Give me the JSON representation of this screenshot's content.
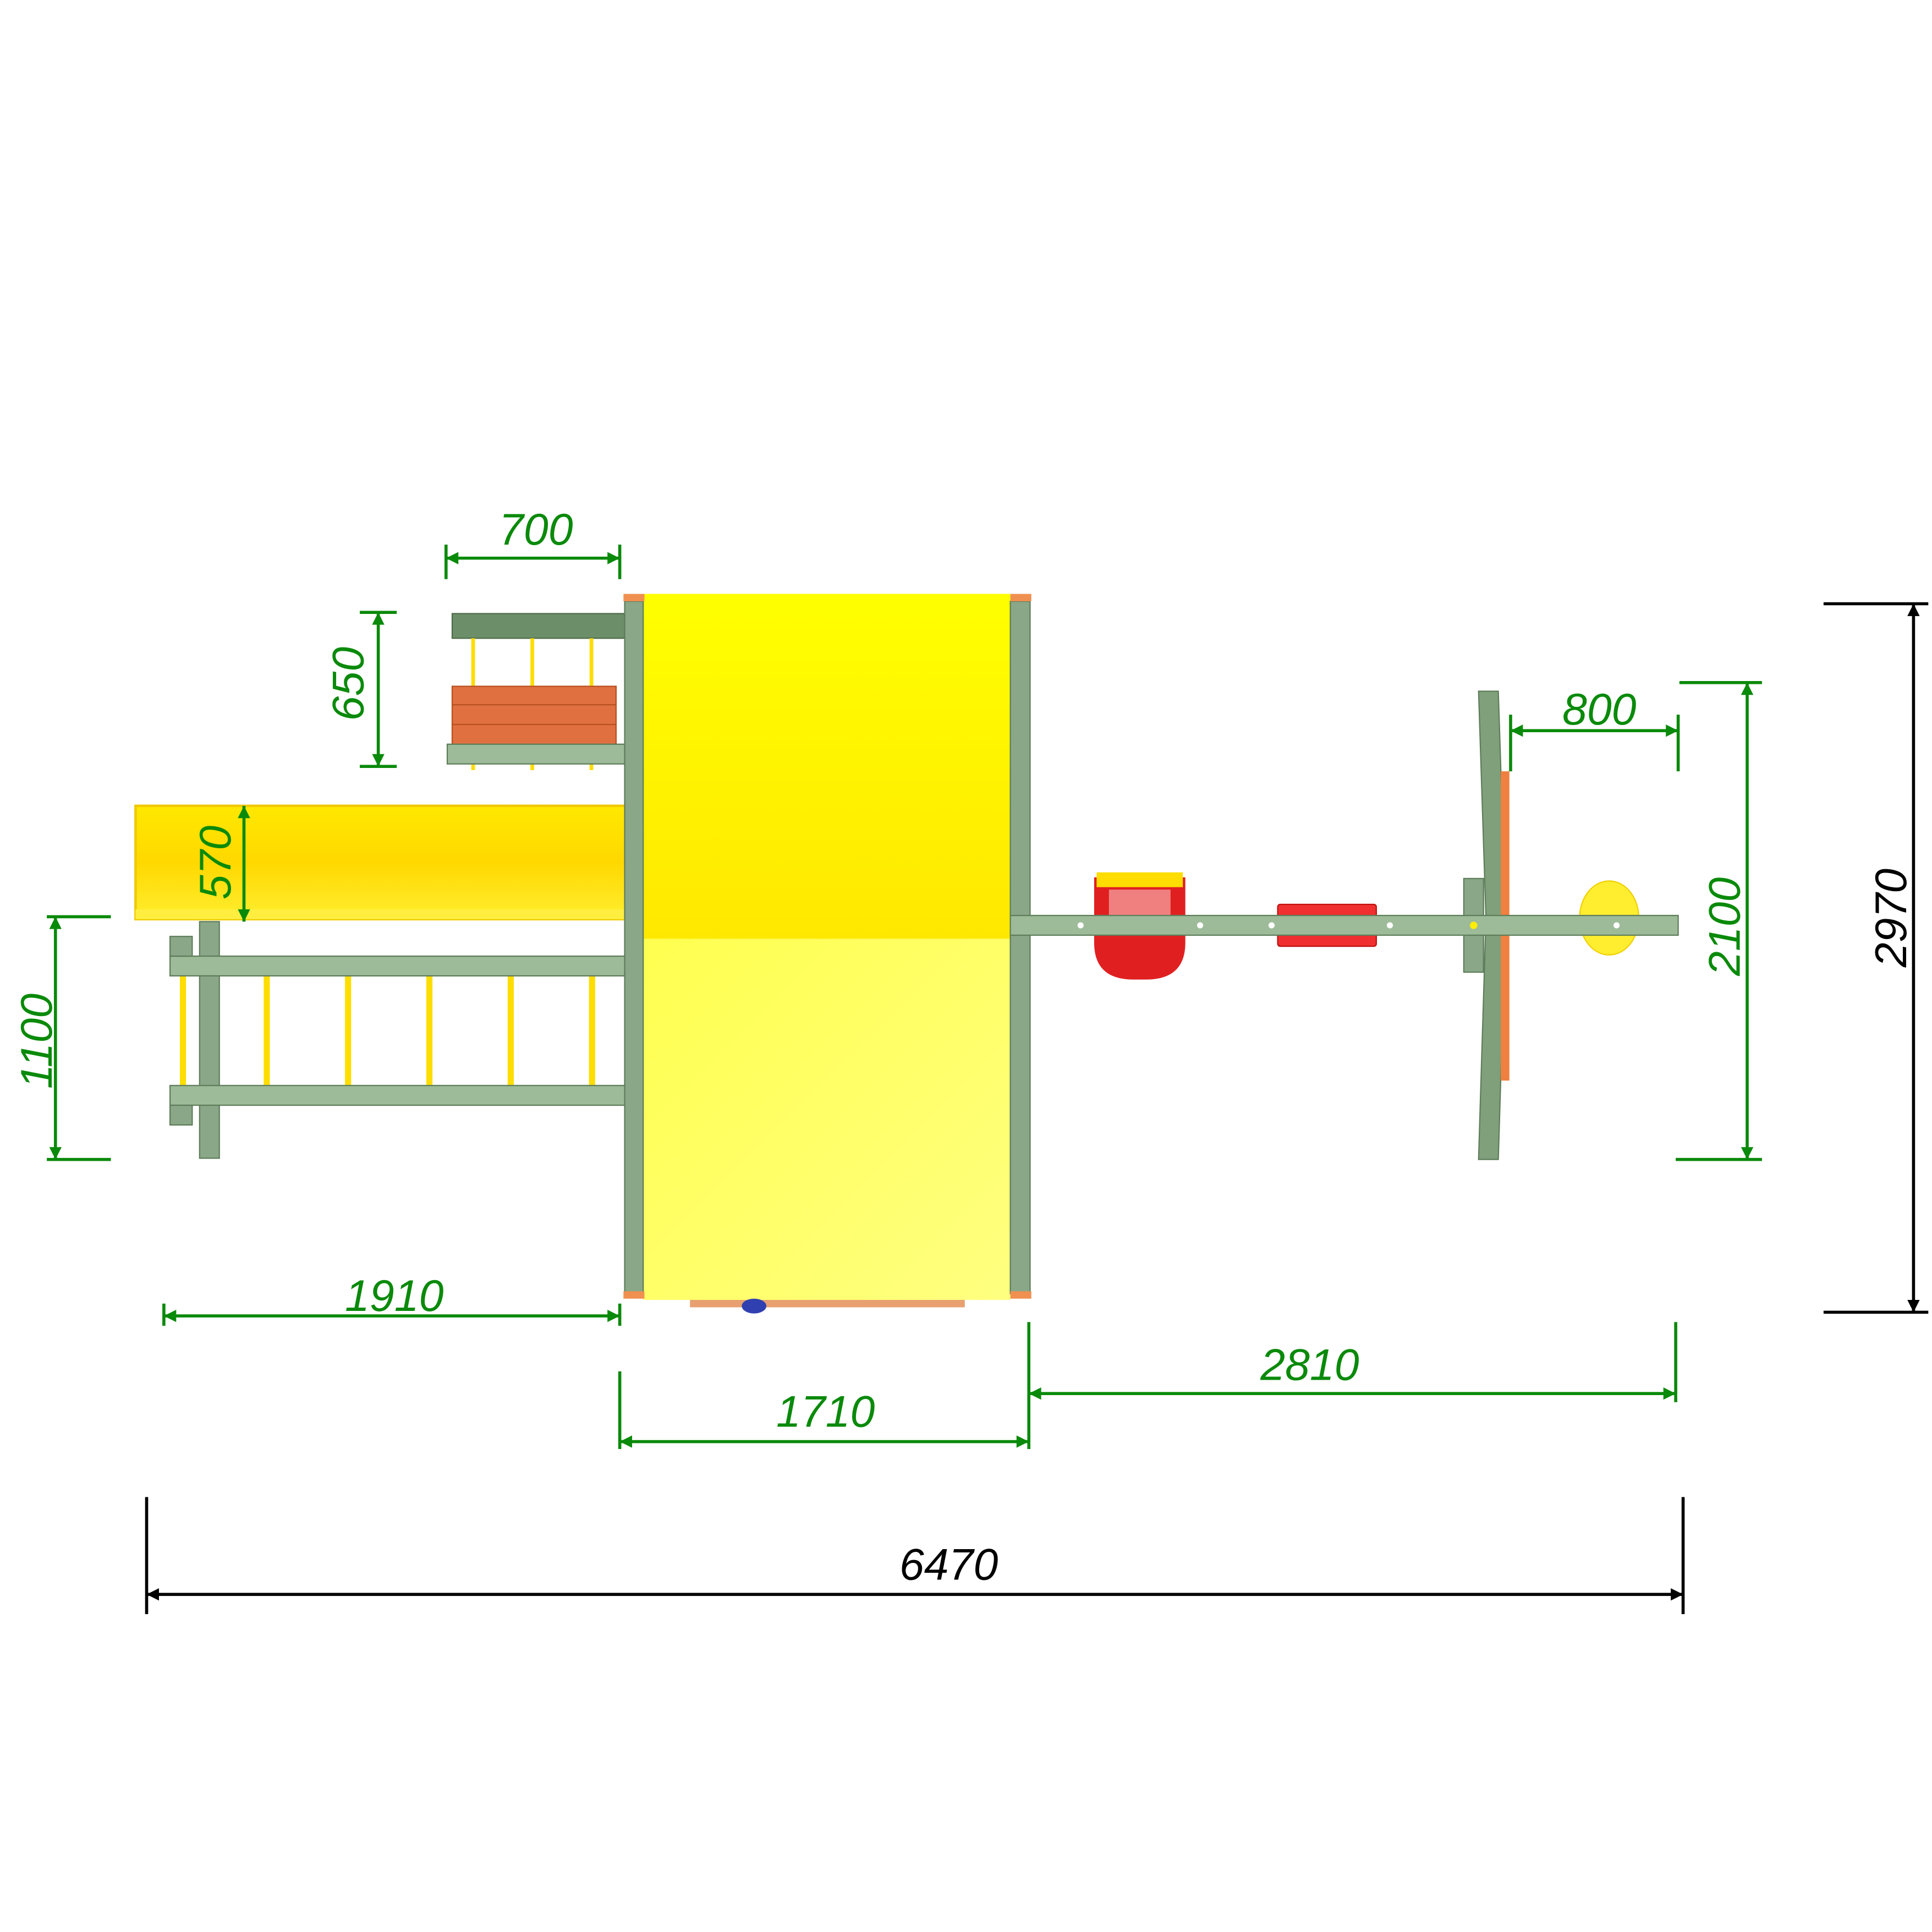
{
  "drawing": {
    "type": "playground top view with dimensions",
    "units": "mm"
  },
  "dimensions": {
    "swing_bench_width": "700",
    "swing_bench_depth": "650",
    "slide_width": "570",
    "climbing_frame_depth": "1100",
    "left_extension": "1910",
    "tower_width": "1710",
    "swing_beam_length": "2810",
    "total_length": "6470",
    "total_width": "2970",
    "swing_frame_width": "2100",
    "swing_offset": "800"
  },
  "colors": {
    "dimension_green": "#0a8a0a",
    "dimension_black": "#000000",
    "roof_yellow": "#ffee00",
    "wood_green": "#7fa07a",
    "seat_red": "#e02020",
    "bench_orange": "#e07040"
  }
}
